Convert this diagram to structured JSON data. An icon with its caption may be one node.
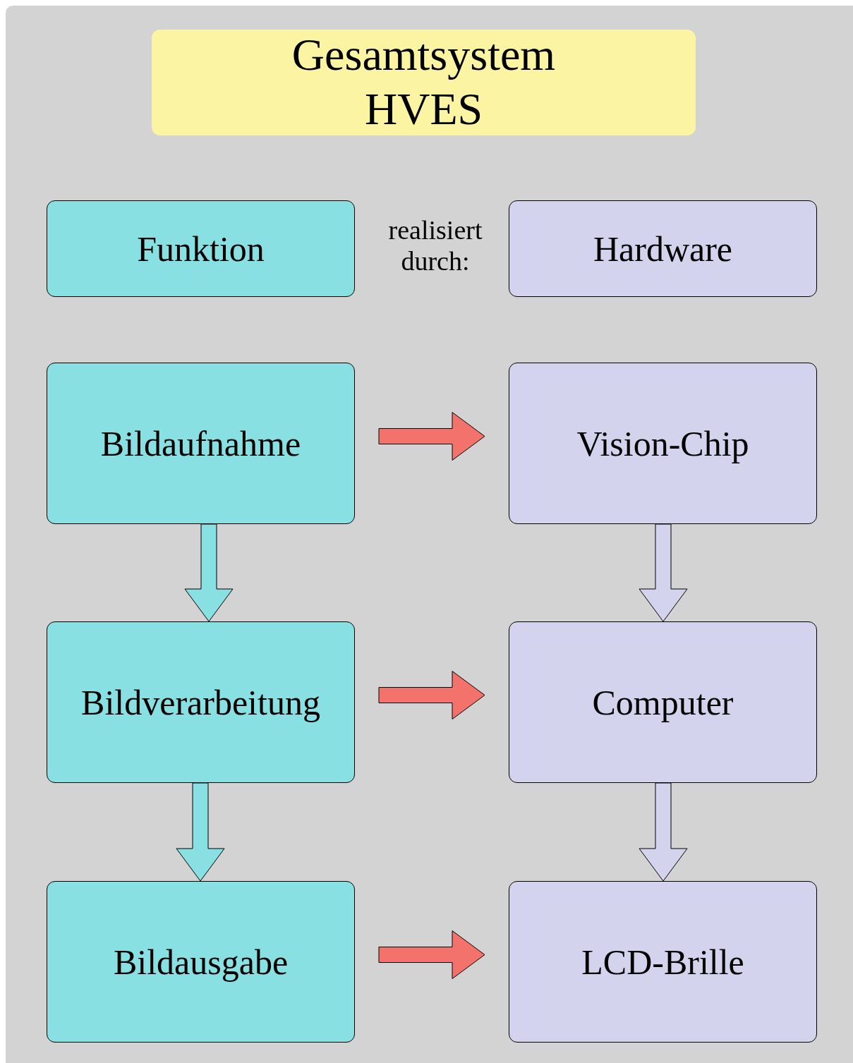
{
  "diagram": {
    "nodes": [
      {
        "text": [
          "Gesamtsystem HVES"
        ]
      },
      {
        "text": [
          "Funktion"
        ]
      },
      {
        "text": [
          "Hardware"
        ]
      },
      {
        "text": [
          "Bildaufnahme"
        ]
      },
      {
        "text": [
          "Vision-Chip"
        ]
      },
      {
        "text": [
          "Bildverarbeitung"
        ]
      },
      {
        "text": [
          "Computer"
        ]
      },
      {
        "text": [
          "Bildausgabe"
        ]
      },
      {
        "text": [
          "LCD-Brille"
        ]
      }
    ],
    "edges": [
      {
        "from": 3,
        "to": 4,
        "arrow": "to",
        "color": "#f4726c"
      },
      {
        "from": 3,
        "to": 5,
        "arrow": "to",
        "color": "#88e0e2"
      },
      {
        "from": 4,
        "to": 6,
        "arrow": "to",
        "color": "#d4d3ee"
      },
      {
        "from": 5,
        "to": 6,
        "arrow": "to",
        "color": "#f4726c"
      },
      {
        "from": 5,
        "to": 7,
        "arrow": "to",
        "color": "#88e0e2"
      },
      {
        "from": 6,
        "to": 8,
        "arrow": "to",
        "color": "#d4d3ee"
      },
      {
        "from": 7,
        "to": 8,
        "arrow": "to",
        "color": "#f4726c"
      }
    ],
    "labels": [
      "realisiert durch:"
    ]
  }
}
